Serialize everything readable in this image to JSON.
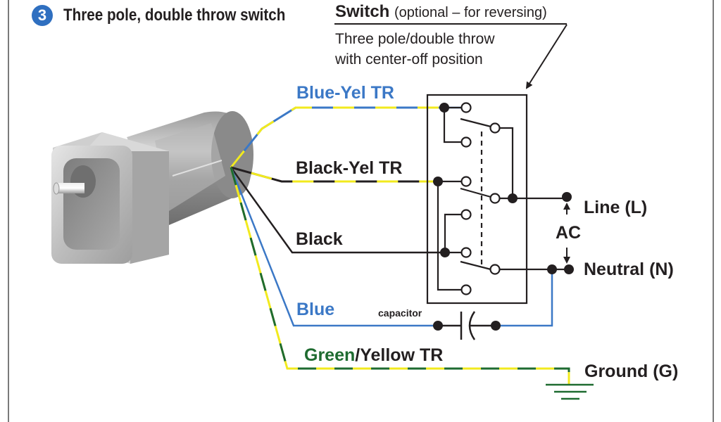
{
  "header": {
    "step_number": "3",
    "title": "Three pole, double throw switch"
  },
  "switch_note": {
    "title": "Switch",
    "subtitle": "(optional – for reversing)",
    "description_line1": "Three pole/double throw",
    "description_line2": "with center-off position"
  },
  "wires": {
    "blue_yel": "Blue-Yel TR",
    "black_yel": "Black-Yel  TR",
    "black": "Black",
    "blue": "Blue",
    "green_part": "Green",
    "yellow_part": "/Yellow TR"
  },
  "components": {
    "capacitor": "capacitor",
    "motor": "gear-motor"
  },
  "terminals": {
    "line": "Line (L)",
    "ac": "AC",
    "neutral": "Neutral (N)",
    "ground": "Ground (G)"
  },
  "colors": {
    "accent_blue": "#3b78c6",
    "wire_yellow": "#f2ea1e",
    "wire_black": "#231f20",
    "wire_green": "#1e6b30",
    "badge_blue": "#2f6fc0"
  }
}
